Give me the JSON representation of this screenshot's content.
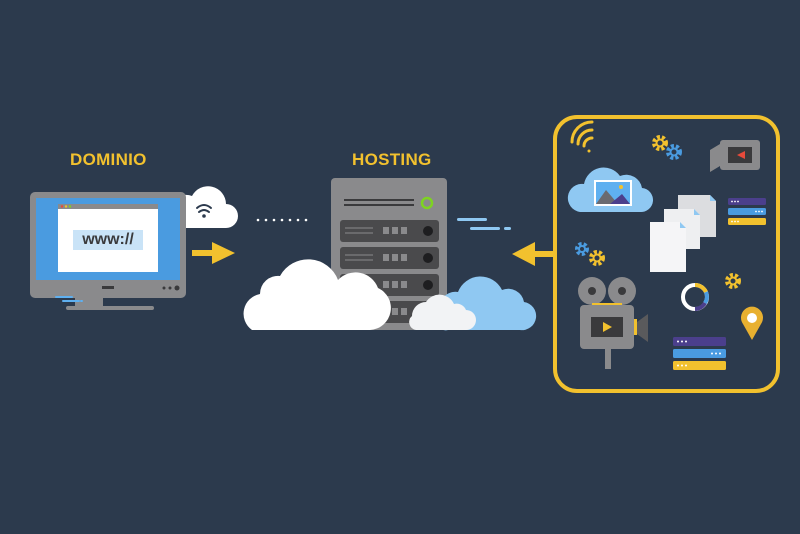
{
  "labels": {
    "domain": "DOMINIO",
    "hosting": "HOSTING"
  },
  "browser": {
    "url_text": "www://"
  },
  "icons": [
    "monitor-icon",
    "browser-window-icon",
    "wifi-cloud-icon",
    "arrow-right-icon",
    "server-icon",
    "cloud-icon",
    "arrow-left-icon",
    "wifi-icon",
    "gears-icon",
    "video-camera-icon",
    "image-cloud-icon",
    "documents-icon",
    "storage-bars-icon",
    "film-camera-icon",
    "donut-chart-icon",
    "location-pin-icon"
  ],
  "colors": {
    "background": "#2c3a4d",
    "accent_yellow": "#f2c12e",
    "screen_blue": "#4a9be0",
    "light_blue": "#8fc8f2",
    "server_gray": "#8a8a8c",
    "slot_dark": "#4a4a4c",
    "led_green": "#7ed321",
    "purple": "#4b3f8c"
  }
}
